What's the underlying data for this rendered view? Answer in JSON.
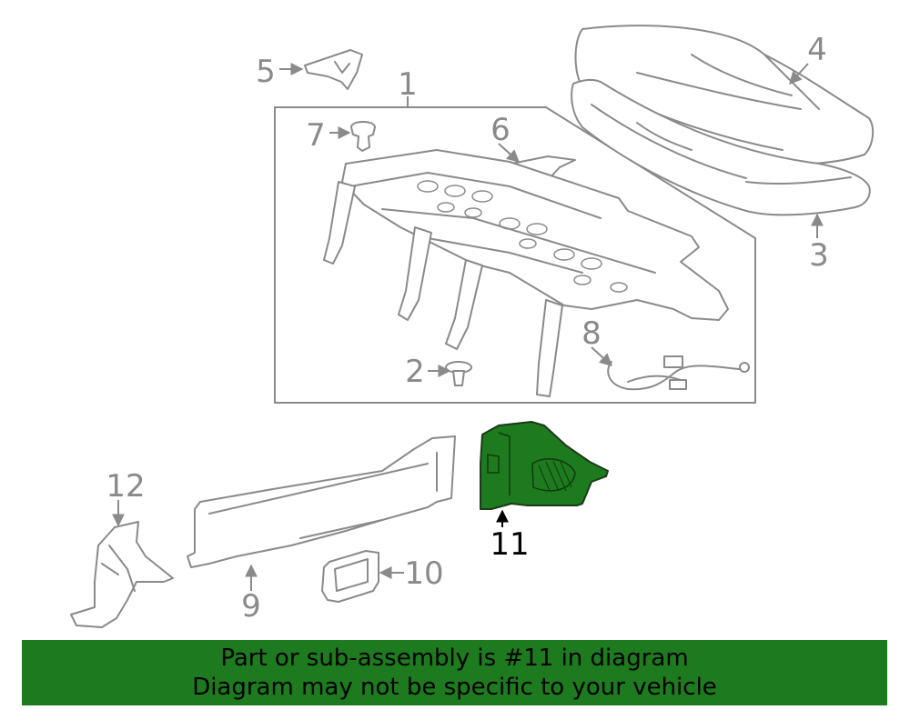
{
  "callouts": {
    "c1": "1",
    "c2": "2",
    "c3": "3",
    "c4": "4",
    "c5": "5",
    "c6": "6",
    "c7": "7",
    "c8": "8",
    "c9": "9",
    "c10": "10",
    "c11": "11",
    "c12": "12"
  },
  "highlight": {
    "part_number": "11",
    "color": "#1e7a1e"
  },
  "banner": {
    "line1": "Part or sub-assembly is #11 in diagram",
    "line2": "Diagram may not be specific to your vehicle",
    "background": "#1e7a1e"
  }
}
